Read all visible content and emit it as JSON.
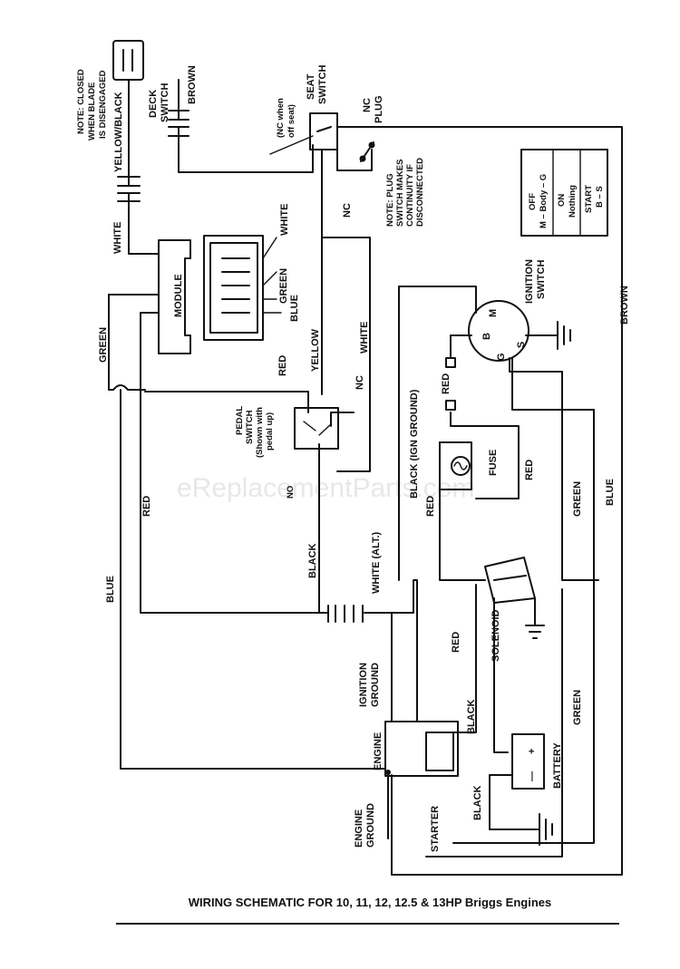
{
  "title": "WIRING SCHEMATIC FOR 10, 11, 12, 12.5 & 13HP Briggs Engines",
  "watermark": "eReplacementParts.com",
  "notes": {
    "deck_switch_note": [
      "NOTE:  CLOSED",
      "WHEN BLADE",
      "IS DISENGAGED"
    ],
    "plug_switch_note": [
      "NOTE: PLUG",
      "SWITCH MAKES",
      "CONTINUITY IF",
      "DISCONNECTED"
    ],
    "seat_nc_note": [
      "(NC when",
      "off seat)"
    ]
  },
  "components": {
    "deck_switch": [
      "DECK",
      "SWITCH"
    ],
    "seat_switch": [
      "SEAT",
      "SWITCH"
    ],
    "nc_plug": [
      "NC",
      "PLUG"
    ],
    "nc": "NC",
    "module": "MODULE",
    "pedal_switch": [
      "PEDAL",
      "SWITCH",
      "(Shown with",
      "pedal up)"
    ],
    "ignition_switch": [
      "IGNITION",
      "SWITCH"
    ],
    "fuse": "FUSE",
    "solenoid": "SOLENOID",
    "battery": "BATTERY",
    "engine": "ENGINE",
    "starter": "STARTER",
    "ignition_ground": [
      "IGNITION",
      "GROUND"
    ],
    "engine_ground": [
      "ENGINE",
      "GROUND"
    ],
    "ign_terminals": [
      "M",
      "B",
      "G",
      "S"
    ],
    "battery_minus": "—",
    "battery_plus": "+",
    "no_mark": "NO"
  },
  "switch_table": [
    [
      "OFF",
      "M – Body – G"
    ],
    [
      "ON",
      "Nothing"
    ],
    [
      "START",
      "B – S"
    ]
  ],
  "wires": {
    "yellow_black": "YELLOW/BLACK",
    "brown": "BROWN",
    "white": "WHITE",
    "green": "GREEN",
    "blue": "BLUE",
    "red": "RED",
    "yellow": "YELLOW",
    "black": "BLACK",
    "black_ign_ground": "BLACK (IGN GROUND)",
    "white_alt": "WHITE (ALT.)"
  }
}
